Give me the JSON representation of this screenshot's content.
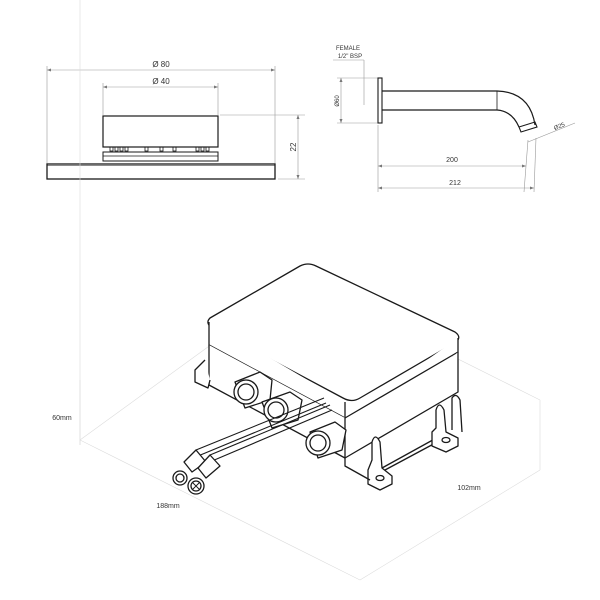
{
  "drawing": {
    "top_left_view": {
      "dim_outer_diameter": "Ø 80",
      "dim_inner_diameter": "Ø 40",
      "dim_height": "22"
    },
    "top_right_view": {
      "note_line1": "FEMALE",
      "note_line2": "1/2\" BSP",
      "dim_flange_diameter": "Ø60",
      "dim_outlet_diameter": "Ø25",
      "dim_projection_200": "200",
      "dim_projection_212": "212"
    },
    "iso_view": {
      "dim_height": "60mm",
      "dim_length": "188mm",
      "dim_depth": "102mm"
    }
  },
  "colors": {
    "line": "#1a1a1a",
    "dim_line": "#888888",
    "construction": "#d8d8d8"
  }
}
